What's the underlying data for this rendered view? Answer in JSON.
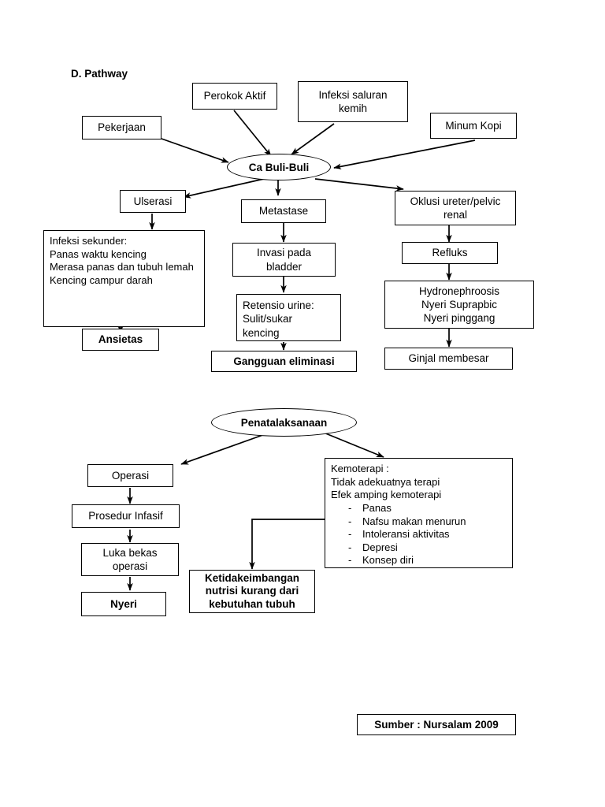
{
  "document": {
    "heading": "D. Pathway",
    "source_note": "Sumber : Nursalam 2009"
  },
  "nodes": {
    "perokok_aktif": "Perokok Aktif",
    "infeksi_saluran_kemih": "Infeksi saluran kemih",
    "pekerjaan": "Pekerjaan",
    "minum_kopi": "Minum Kopi",
    "ca_buli_buli": "Ca Buli-Buli",
    "ulserasi": "Ulserasi",
    "metastase": "Metastase",
    "oklusi": "Oklusi ureter/pelvic renal",
    "infeksi_sekunder": {
      "line1": "Infeksi sekunder:",
      "line2": "Panas waktu kencing",
      "line3": "Merasa panas dan tubuh lemah",
      "line4": "Kencing campur darah"
    },
    "invasi_bladder": "Invasi pada bladder",
    "refluks": "Refluks",
    "retensio_urine": {
      "line1": "Retensio urine:",
      "line2": "Sulit/sukar",
      "line3": "kencing"
    },
    "hydronephroosis": {
      "line1": "Hydronephroosis",
      "line2": "Nyeri Suprapbic",
      "line3": "Nyeri pinggang"
    },
    "ansietas": "Ansietas",
    "gangguan_eliminasi": "Gangguan eliminasi",
    "ginjal_membesar": "Ginjal membesar",
    "penatalaksanaan": "Penatalaksanaan",
    "operasi": "Operasi",
    "prosedur_infasif": "Prosedur Infasif",
    "luka_bekas_operasi": "Luka bekas operasi",
    "nyeri": "Nyeri",
    "ketidakeimbangan": "Ketidakeimbangan nutrisi kurang dari kebutuhan tubuh",
    "kemoterapi": {
      "line1": "Kemoterapi :",
      "line2": "Tidak adekuatnya terapi",
      "line3": "Efek amping kemoterapi",
      "dash": "-",
      "items": [
        "Panas",
        "Nafsu makan menurun",
        "Intoleransi aktivitas",
        "Depresi",
        "Konsep diri"
      ]
    }
  },
  "chart_data": {
    "type": "diagram",
    "title": "D. Pathway",
    "edges": [
      {
        "from": "perokok_aktif",
        "to": "ca_buli_buli"
      },
      {
        "from": "infeksi_saluran_kemih",
        "to": "ca_buli_buli"
      },
      {
        "from": "pekerjaan",
        "to": "ca_buli_buli"
      },
      {
        "from": "minum_kopi",
        "to": "ca_buli_buli"
      },
      {
        "from": "ca_buli_buli",
        "to": "ulserasi"
      },
      {
        "from": "ca_buli_buli",
        "to": "metastase"
      },
      {
        "from": "ca_buli_buli",
        "to": "oklusi"
      },
      {
        "from": "ulserasi",
        "to": "infeksi_sekunder"
      },
      {
        "from": "infeksi_sekunder",
        "to": "ansietas"
      },
      {
        "from": "metastase",
        "to": "invasi_bladder"
      },
      {
        "from": "invasi_bladder",
        "to": "retensio_urine"
      },
      {
        "from": "retensio_urine",
        "to": "gangguan_eliminasi"
      },
      {
        "from": "oklusi",
        "to": "refluks"
      },
      {
        "from": "refluks",
        "to": "hydronephroosis"
      },
      {
        "from": "hydronephroosis",
        "to": "ginjal_membesar"
      },
      {
        "from": "penatalaksanaan",
        "to": "operasi"
      },
      {
        "from": "penatalaksanaan",
        "to": "kemoterapi"
      },
      {
        "from": "operasi",
        "to": "prosedur_infasif"
      },
      {
        "from": "prosedur_infasif",
        "to": "luka_bekas_operasi"
      },
      {
        "from": "luka_bekas_operasi",
        "to": "nyeri"
      },
      {
        "from": "kemoterapi",
        "to": "ketidakeimbangan"
      }
    ]
  }
}
